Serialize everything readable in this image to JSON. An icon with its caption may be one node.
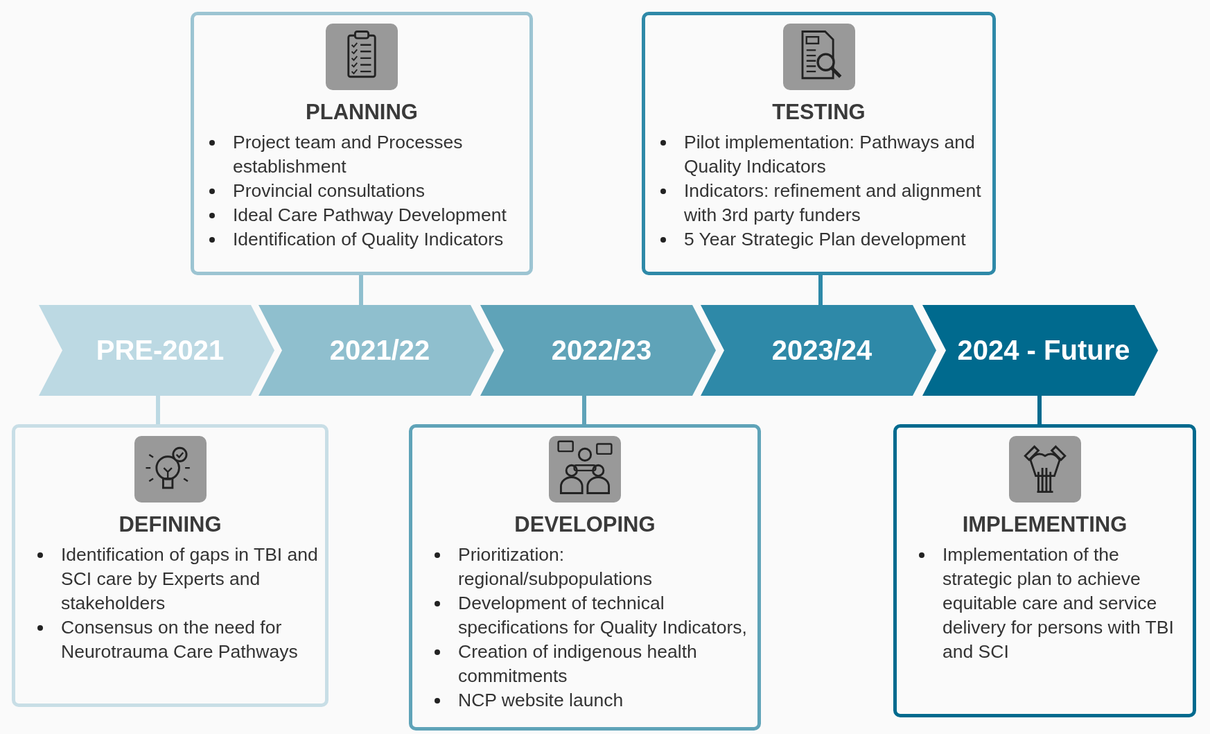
{
  "diagram": {
    "nodes": [
      {
        "text": [
          "PLANNING",
          "Project team and Processes establishment",
          "Provincial consultations",
          "Ideal Care Pathway Development",
          "Identification of Quality Indicators"
        ]
      },
      {
        "text": [
          "TESTING",
          "Pilot implementation: Pathways and Quality Indicators",
          "Indicators: refinement and alignment with 3rd party funders",
          "5 Year Strategic Plan development"
        ]
      },
      {
        "text": [
          "PRE-2021"
        ]
      },
      {
        "text": [
          "2021/22"
        ]
      },
      {
        "text": [
          "2022/23"
        ]
      },
      {
        "text": [
          "2023/24"
        ]
      },
      {
        "text": [
          "2024 - Future"
        ]
      },
      {
        "text": [
          "DEFINING",
          "Identification of gaps in TBI and SCI care by Experts and stakeholders",
          "Consensus on the need for Neurotrauma Care Pathways"
        ]
      },
      {
        "text": [
          "DEVELOPING",
          "Prioritization: regional/subpopulations",
          "Development of technical specifications for Quality Indicators,",
          "Creation of indigenous health commitments",
          "NCP website launch"
        ]
      },
      {
        "text": [
          "IMPLEMENTING",
          "Implementation of the strategic plan to achieve equitable care and service delivery for persons with TBI and SCI"
        ]
      }
    ],
    "edges": [
      {
        "from": 3,
        "to": 0,
        "arrow": "none",
        "color": "#8fbfce"
      },
      {
        "from": 5,
        "to": 1,
        "arrow": "none",
        "color": "#2e89a8"
      },
      {
        "from": 2,
        "to": 7,
        "arrow": "none",
        "color": "#bcd9e3"
      },
      {
        "from": 4,
        "to": 8,
        "arrow": "none",
        "color": "#5fa3b8"
      },
      {
        "from": 6,
        "to": 9,
        "arrow": "none",
        "color": "#006a8e"
      }
    ]
  }
}
